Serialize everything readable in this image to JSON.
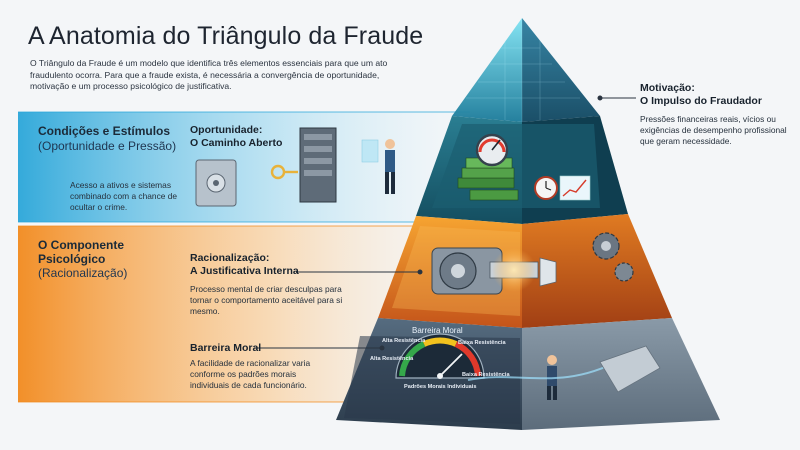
{
  "title": "A Anatomia do Triângulo da Fraude",
  "intro": "O Triângulo da Fraude é um modelo que identifica três elementos essenciais para que um ato fraudulento ocorra. Para que a fraude exista, é necessária a convergência de oportunidade, motivação e um processo psicológico de justificativa.",
  "bands": {
    "top": {
      "head": "Condições e Estímulos",
      "sub": "(Oportunidade e Pressão)",
      "color": "#2aa6d9"
    },
    "bottom": {
      "head_line1": "O Componente",
      "head_line2": "Psicológico",
      "sub": "(Racionalização)",
      "color": "#f28a1e"
    }
  },
  "opportunity": {
    "title_line1": "Oportunidade:",
    "title_line2": "O Caminho Aberto",
    "desc": "Acesso a ativos e sistemas combinado com a chance de ocultar o crime."
  },
  "motivation": {
    "title_line1": "Motivação:",
    "title_line2": "O Impulso do Fraudador",
    "desc": "Pressões financeiras reais, vícios ou exigências de desempenho profissional que geram necessidade."
  },
  "rationalization": {
    "title_line1": "Racionalização:",
    "title_line2": "A Justificativa Interna",
    "desc": "Processo mental de criar desculpas para tornar o comportamento aceitável para si mesmo."
  },
  "moral_barrier": {
    "title": "Barreira Moral",
    "desc": "A facilidade de racionalizar varia conforme os padrões morais individuais de cada funcionário.",
    "gauge": {
      "title": "Barreira Moral",
      "high_left": "Alta Resistência",
      "high_left2": "Alta Resistência",
      "low_right": "Baixa Resistência",
      "low_right2": "Baixa Resistência",
      "bottom": "Padrões Morais Individuais"
    }
  },
  "colors": {
    "accent_blue": "#2aa6d9",
    "accent_orange": "#f28a1e",
    "pyramid_top": "#1f6f8f",
    "pyramid_mid": "#e0701a",
    "pyramid_base": "#4b6275"
  }
}
